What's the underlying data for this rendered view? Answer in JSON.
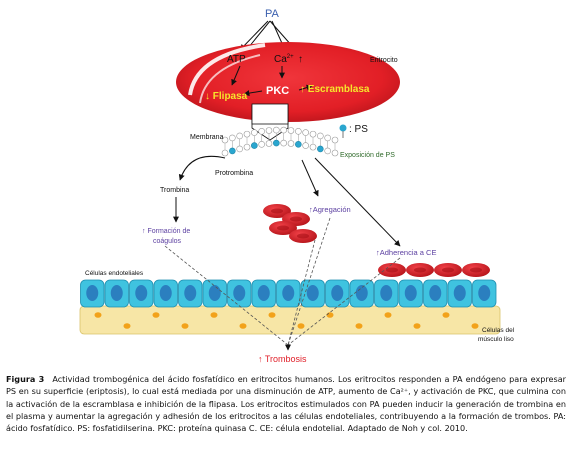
{
  "figure": {
    "labels": {
      "pa_top": "PA",
      "atp": "ATP",
      "ca": "Ca",
      "ca_sup": "2+",
      "up_arrow": "↑",
      "pkc": "PKC",
      "flipasa": "↓ Flipasa",
      "escramblasa": "↑ Escramblasa",
      "eritrocito": "Eritrocito",
      "ps_key": ": PS",
      "membrana": "Membrana",
      "exposicion": "Exposición de PS",
      "protrombina": "Protrombina",
      "trombina": "Trombina",
      "formacion_1": "↑ Formación de",
      "formacion_2": "coágulos",
      "agregacion": "↑Agregación",
      "adherencia": "↑Adherencia a CE",
      "celulas_endo": "Células endoteliales",
      "celulas_musculo_1": "Células del",
      "celulas_musculo_2": "músculo liso",
      "trombosis": "↑ Trombosis"
    },
    "colors": {
      "rbc_red": "#e8252b",
      "dark_red": "#b3121a",
      "yellow_text": "#f6e62c",
      "purple_text": "#5b3fa0",
      "blue_text": "#3a5fae",
      "trombosis_red": "#e0202a",
      "green_text": "#2f6a2a",
      "endothelial": "#3fc3e0",
      "smooth_muscle": "#f7e6a6",
      "nucleus": "#f2a21a"
    }
  },
  "caption": {
    "figure_label": "Figura 3",
    "text": "Actividad trombogénica del ácido fosfatídico en eritrocitos humanos. Los eritrocitos responden a PA endógeno para expresar PS en su superficie (eriptosis), lo cual está mediada por una disminución de ATP, aumento de Ca²⁺, y activación de PKC, que culmina con la activación de la escramblasa e inhibición de la flipasa. Los eritrocitos estimulados con PA pueden inducir la generación de trombina en el plasma y aumentar la agregación y adhesión de los eritrocitos a las células endoteliales, contribuyendo a la formación de trombos. PA: ácido fosfatídico. PS: fosfatidilserina. PKC: proteína quinasa C. CE: célula endotelial. Adaptado de Noh y col. 2010."
  }
}
